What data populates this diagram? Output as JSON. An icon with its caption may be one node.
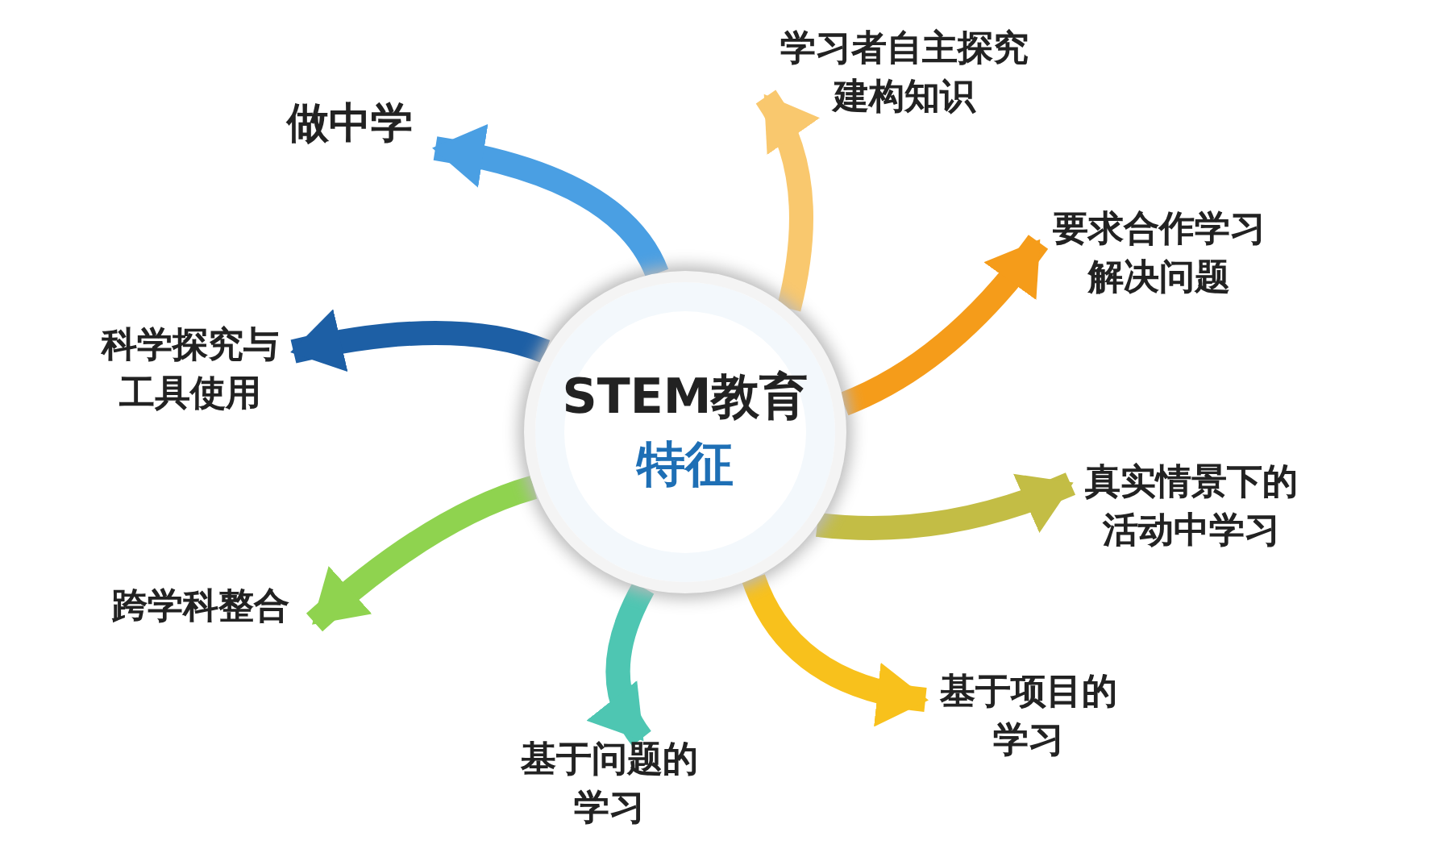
{
  "diagram": {
    "nodes": [
      {
        "text": [
          "STEM教育",
          "特征"
        ]
      },
      {
        "text": [
          "做中学"
        ]
      },
      {
        "text": [
          "学习者自主探究建构知识"
        ]
      },
      {
        "text": [
          "要求合作学习解决问题"
        ]
      },
      {
        "text": [
          "科学探究与工具使用"
        ]
      },
      {
        "text": [
          "真实情景下的活动中学习"
        ]
      },
      {
        "text": [
          "跨学科整合"
        ]
      },
      {
        "text": [
          "基于项目的学习"
        ]
      },
      {
        "text": [
          "基于问题的学习"
        ]
      }
    ],
    "edges": [
      {
        "from": 0,
        "to": 1,
        "arrow": "to",
        "color": "#4a9fe3"
      },
      {
        "from": 0,
        "to": 2,
        "arrow": "to",
        "color": "#f9c86e"
      },
      {
        "from": 0,
        "to": 3,
        "arrow": "to",
        "color": "#f59c1a"
      },
      {
        "from": 0,
        "to": 4,
        "arrow": "to",
        "color": "#1d5fa5"
      },
      {
        "from": 0,
        "to": 5,
        "arrow": "to",
        "color": "#c3bd45"
      },
      {
        "from": 0,
        "to": 6,
        "arrow": "to",
        "color": "#8fd34f"
      },
      {
        "from": 0,
        "to": 7,
        "arrow": "to",
        "color": "#f8c11c"
      },
      {
        "from": 0,
        "to": 8,
        "arrow": "to",
        "color": "#4ec6b2"
      }
    ]
  }
}
